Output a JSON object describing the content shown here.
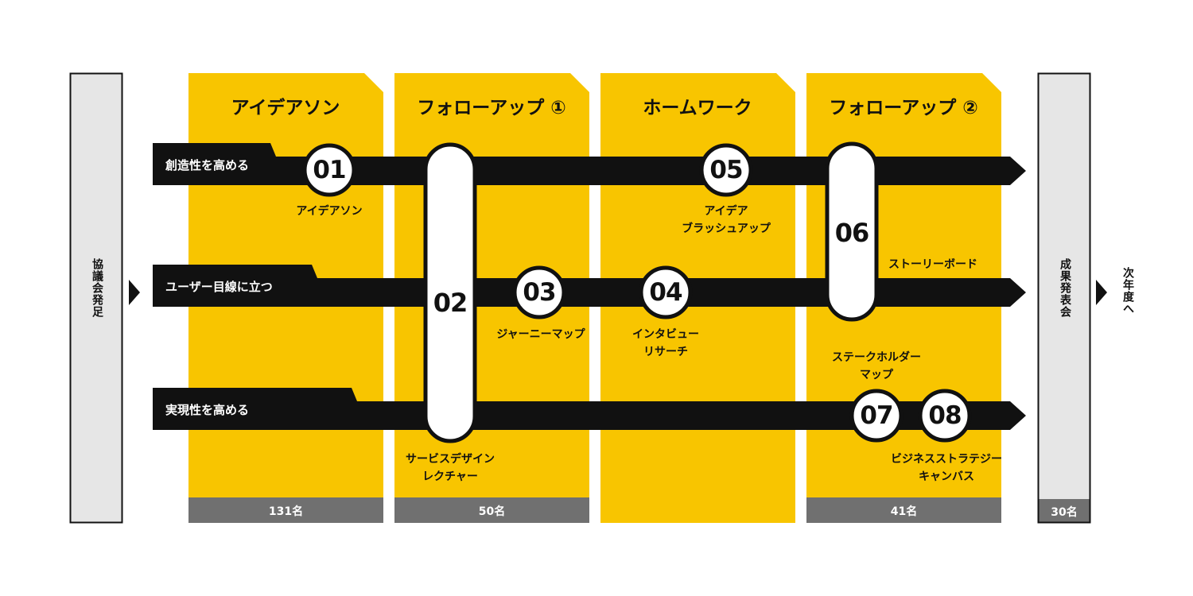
{
  "start": {
    "label": "協議会発足"
  },
  "end": {
    "label": "成果発表会",
    "count": "30名"
  },
  "next": {
    "label": "次年度へ"
  },
  "phases": [
    {
      "title": "アイデアソン",
      "count": "131名"
    },
    {
      "title": "フォローアップ ①",
      "count": "50名"
    },
    {
      "title": "ホームワーク",
      "count": ""
    },
    {
      "title": "フォローアップ ②",
      "count": "41名"
    }
  ],
  "tracks": [
    {
      "label": "創造性を高める"
    },
    {
      "label": "ユーザー目線に立つ"
    },
    {
      "label": "実現性を高める"
    }
  ],
  "steps": [
    {
      "num": "01",
      "caption": [
        "アイデアソン"
      ]
    },
    {
      "num": "02",
      "caption": [
        "サービスデザイン",
        "レクチャー"
      ]
    },
    {
      "num": "03",
      "caption": [
        "ジャーニーマップ"
      ]
    },
    {
      "num": "04",
      "caption": [
        "インタビュー",
        "リサーチ"
      ]
    },
    {
      "num": "05",
      "caption": [
        "アイデア",
        "ブラッシュアップ"
      ]
    },
    {
      "num": "06",
      "caption": [
        "ストーリーボード"
      ]
    },
    {
      "num": "07",
      "caption": [
        "ステークホルダー",
        "マップ"
      ]
    },
    {
      "num": "08",
      "caption": [
        "ビジネスストラテジー",
        "キャンバス"
      ]
    }
  ],
  "colors": {
    "phase": "#f8c500",
    "band": "#111111",
    "count_bar": "#707070",
    "side_panel": "#e6e6e6"
  }
}
